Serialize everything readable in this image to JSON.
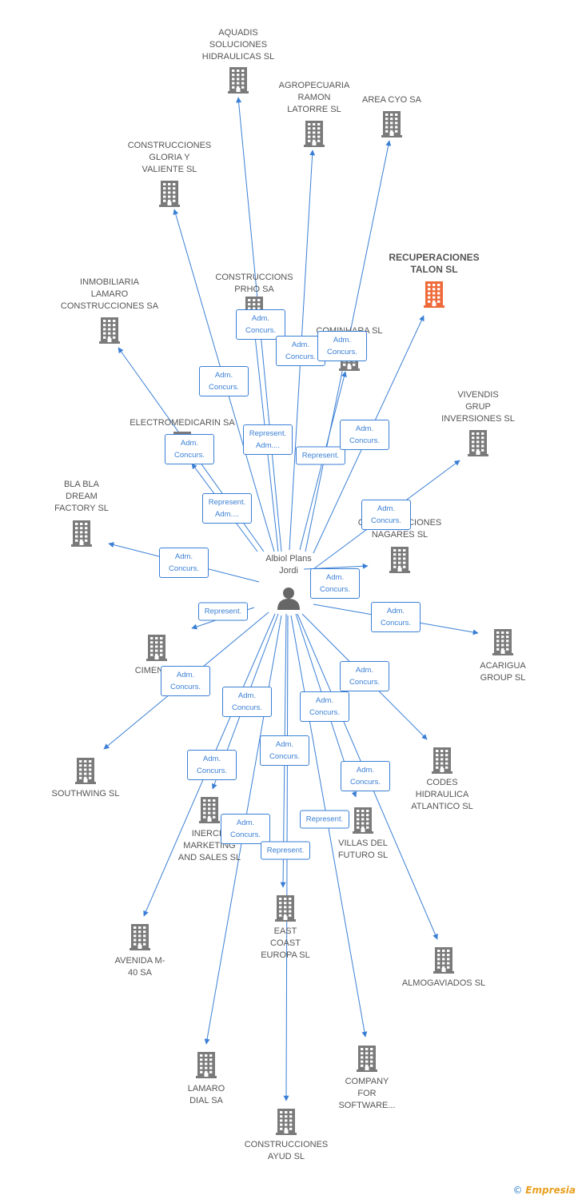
{
  "center": {
    "name": "Albiol Plans\nJordi",
    "icon": "person-icon"
  },
  "brand": {
    "copyright": "©",
    "text": "Empresia"
  },
  "colors": {
    "edge": "#3a7fd5",
    "building": "#7a7a7a",
    "highlight": "#ef6a3a",
    "text": "#555555"
  },
  "companies": [
    {
      "id": "aquadis",
      "label": "AQUADIS\nSOLUCIONES\nHIDRAULICAS SL"
    },
    {
      "id": "agropecuaria",
      "label": "AGROPECUARIA\nRAMON\nLATORRE SL"
    },
    {
      "id": "areacyo",
      "label": "AREA CYO SA"
    },
    {
      "id": "gloria",
      "label": "CONSTRUCCIONES\nGLORIA Y\nVALIENTE SL"
    },
    {
      "id": "recuperaciones",
      "label": "RECUPERACIONES\nTALON SL",
      "highlight": true
    },
    {
      "id": "prho",
      "label": "CONSTRUCCIONS\nPRHO SA"
    },
    {
      "id": "cominhara",
      "label": "COMINHARA SL"
    },
    {
      "id": "inmobiliaria",
      "label": "INMOBILIARIA\nLAMARO\nCONSTRUCCIONES SA"
    },
    {
      "id": "electromedicarin",
      "label": "ELECTROMEDICARIN SA"
    },
    {
      "id": "vivendis",
      "label": "VIVENDIS\nGRUP\nINVERSIONES SL"
    },
    {
      "id": "blabla",
      "label": "BLA BLA\nDREAM\nFACTORY SL"
    },
    {
      "id": "nagares",
      "label": "CONSTRUCCIONES\nNAGARES SL"
    },
    {
      "id": "acarigua",
      "label": "ACARIGUA\nGROUP SL"
    },
    {
      "id": "cimentat",
      "label": "CIMENTAT"
    },
    {
      "id": "southwing",
      "label": "SOUTHWING SL"
    },
    {
      "id": "codes",
      "label": "CODES\nHIDRAULICA\nATLANTICO SL"
    },
    {
      "id": "inercia",
      "label": "INERCIA\nMARKETING\nAND SALES SL"
    },
    {
      "id": "villas",
      "label": "VILLAS DEL\nFUTURO SL"
    },
    {
      "id": "eastcoast",
      "label": "EAST\nCOAST\nEUROPA SL"
    },
    {
      "id": "avenida",
      "label": "AVENIDA M-\n40 SA"
    },
    {
      "id": "almogaviados",
      "label": "ALMOGAVIADOS SL"
    },
    {
      "id": "lamarodial",
      "label": "LAMARO\nDIAL SA"
    },
    {
      "id": "company",
      "label": "COMPANY\nFOR\nSOFTWARE..."
    },
    {
      "id": "ayud",
      "label": "CONSTRUCCIONES\nAYUD SL"
    }
  ],
  "edge_labels": [
    {
      "target": "prho",
      "text": "Adm.\nConcurs."
    },
    {
      "target": "agropecuaria",
      "text": "Adm.\nConcurs."
    },
    {
      "target": "cominhara",
      "text": "Adm.\nConcurs."
    },
    {
      "target": "gloria",
      "text": "Adm.\nConcurs."
    },
    {
      "target": "aquadis",
      "text": "Represent.\nAdm...."
    },
    {
      "target": "areacyo",
      "text": "Represent."
    },
    {
      "target": "recuperaciones",
      "text": "Adm.\nConcurs."
    },
    {
      "target": "inmobiliaria",
      "text": "Adm.\nConcurs."
    },
    {
      "target": "electromedicarin",
      "text": "Represent.\nAdm...."
    },
    {
      "target": "vivendis",
      "text": "Adm.\nConcurs."
    },
    {
      "target": "blabla",
      "text": "Adm.\nConcurs."
    },
    {
      "target": "nagares",
      "text": "Adm.\nConcurs."
    },
    {
      "target": "cimentat",
      "text": "Represent."
    },
    {
      "target": "acarigua",
      "text": "Adm.\nConcurs."
    },
    {
      "target": "southwing",
      "text": "Adm.\nConcurs."
    },
    {
      "target": "codes",
      "text": "Adm.\nConcurs."
    },
    {
      "target": "inercia",
      "text": "Adm.\nConcurs."
    },
    {
      "target": "villas",
      "text": "Adm.\nConcurs."
    },
    {
      "target": "eastcoast",
      "text": "Adm.\nConcurs."
    },
    {
      "target": "avenida",
      "text": "Adm.\nConcurs."
    },
    {
      "target": "almogaviados",
      "text": "Adm.\nConcurs."
    },
    {
      "target": "lamarodial",
      "text": "Adm.\nConcurs."
    },
    {
      "target": "ayud",
      "text": "Represent."
    },
    {
      "target": "company",
      "text": "Represent."
    }
  ]
}
